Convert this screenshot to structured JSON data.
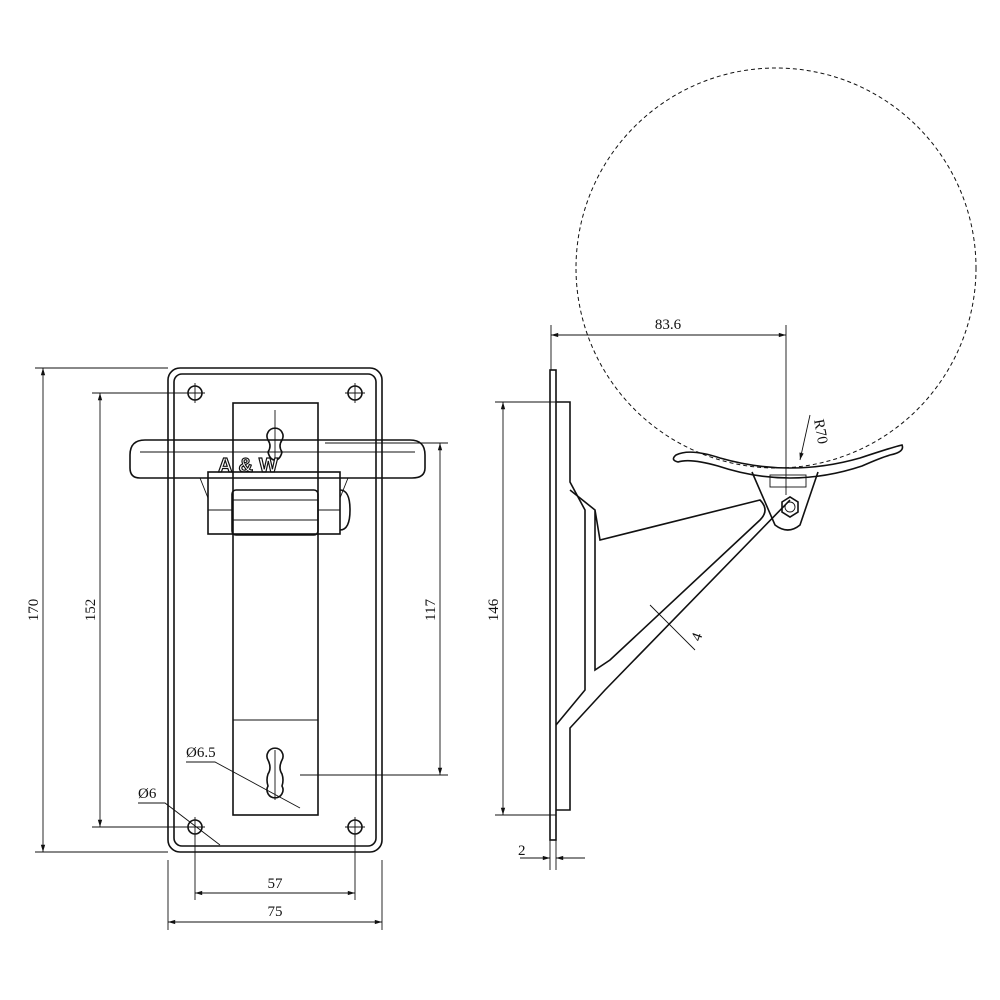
{
  "title": "Wall bracket technical drawing",
  "logo": "A&W",
  "front_view": {
    "dims": {
      "height_total": "170",
      "hole_spacing_v": "152",
      "slot_spacing": "117",
      "hole_spacing_h": "57",
      "width_total": "75",
      "hole_dia": "Ø6",
      "slot_dia": "Ø6.5"
    }
  },
  "side_view": {
    "dims": {
      "height": "146",
      "plate_thickness": "2",
      "offset": "83.6",
      "radius": "R70",
      "rib_thickness": "4"
    }
  },
  "colors": {
    "line": "#111111",
    "background": "#ffffff"
  }
}
